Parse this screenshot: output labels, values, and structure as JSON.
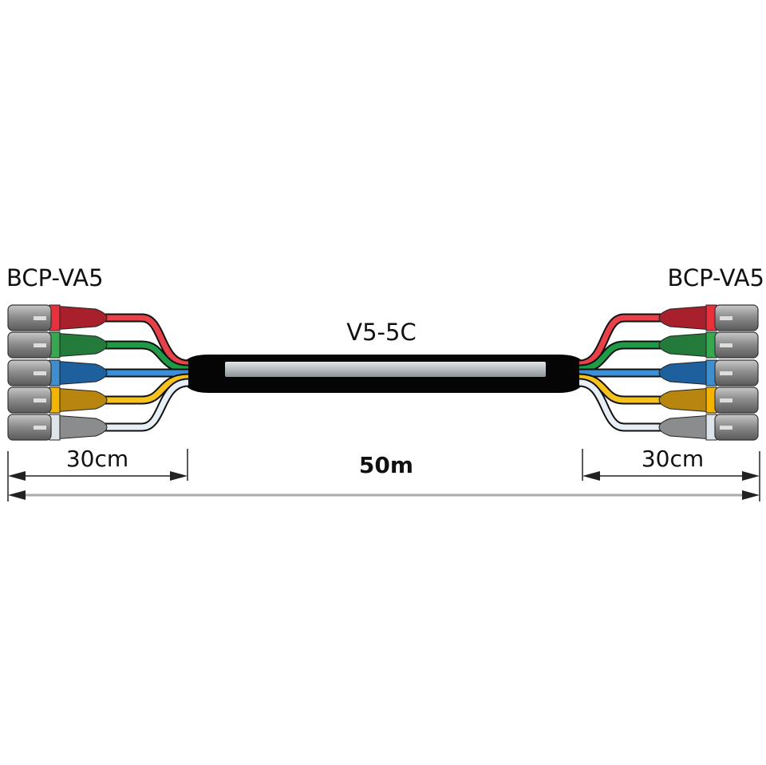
{
  "diagram": {
    "left_connector_label": "BCP-VA5",
    "right_connector_label": "BCP-VA5",
    "cable_label": "V5-5C",
    "left_breakout_length": "30cm",
    "right_breakout_length": "30cm",
    "total_length": "50m",
    "channels": [
      {
        "name": "red",
        "wire": "#e8414a",
        "boot": "#a8202c",
        "ring": "#e8313c"
      },
      {
        "name": "green",
        "wire": "#1f9a46",
        "boot": "#237a3a",
        "ring": "#35a850"
      },
      {
        "name": "blue",
        "wire": "#3a8fd8",
        "boot": "#1e5f9e",
        "ring": "#3f8fd0"
      },
      {
        "name": "yellow",
        "wire": "#f7c21c",
        "boot": "#b8860e",
        "ring": "#f5b400"
      },
      {
        "name": "white",
        "wire": "#e8eef6",
        "boot": "#8a8c8e",
        "ring": "#dde4ea"
      }
    ]
  }
}
